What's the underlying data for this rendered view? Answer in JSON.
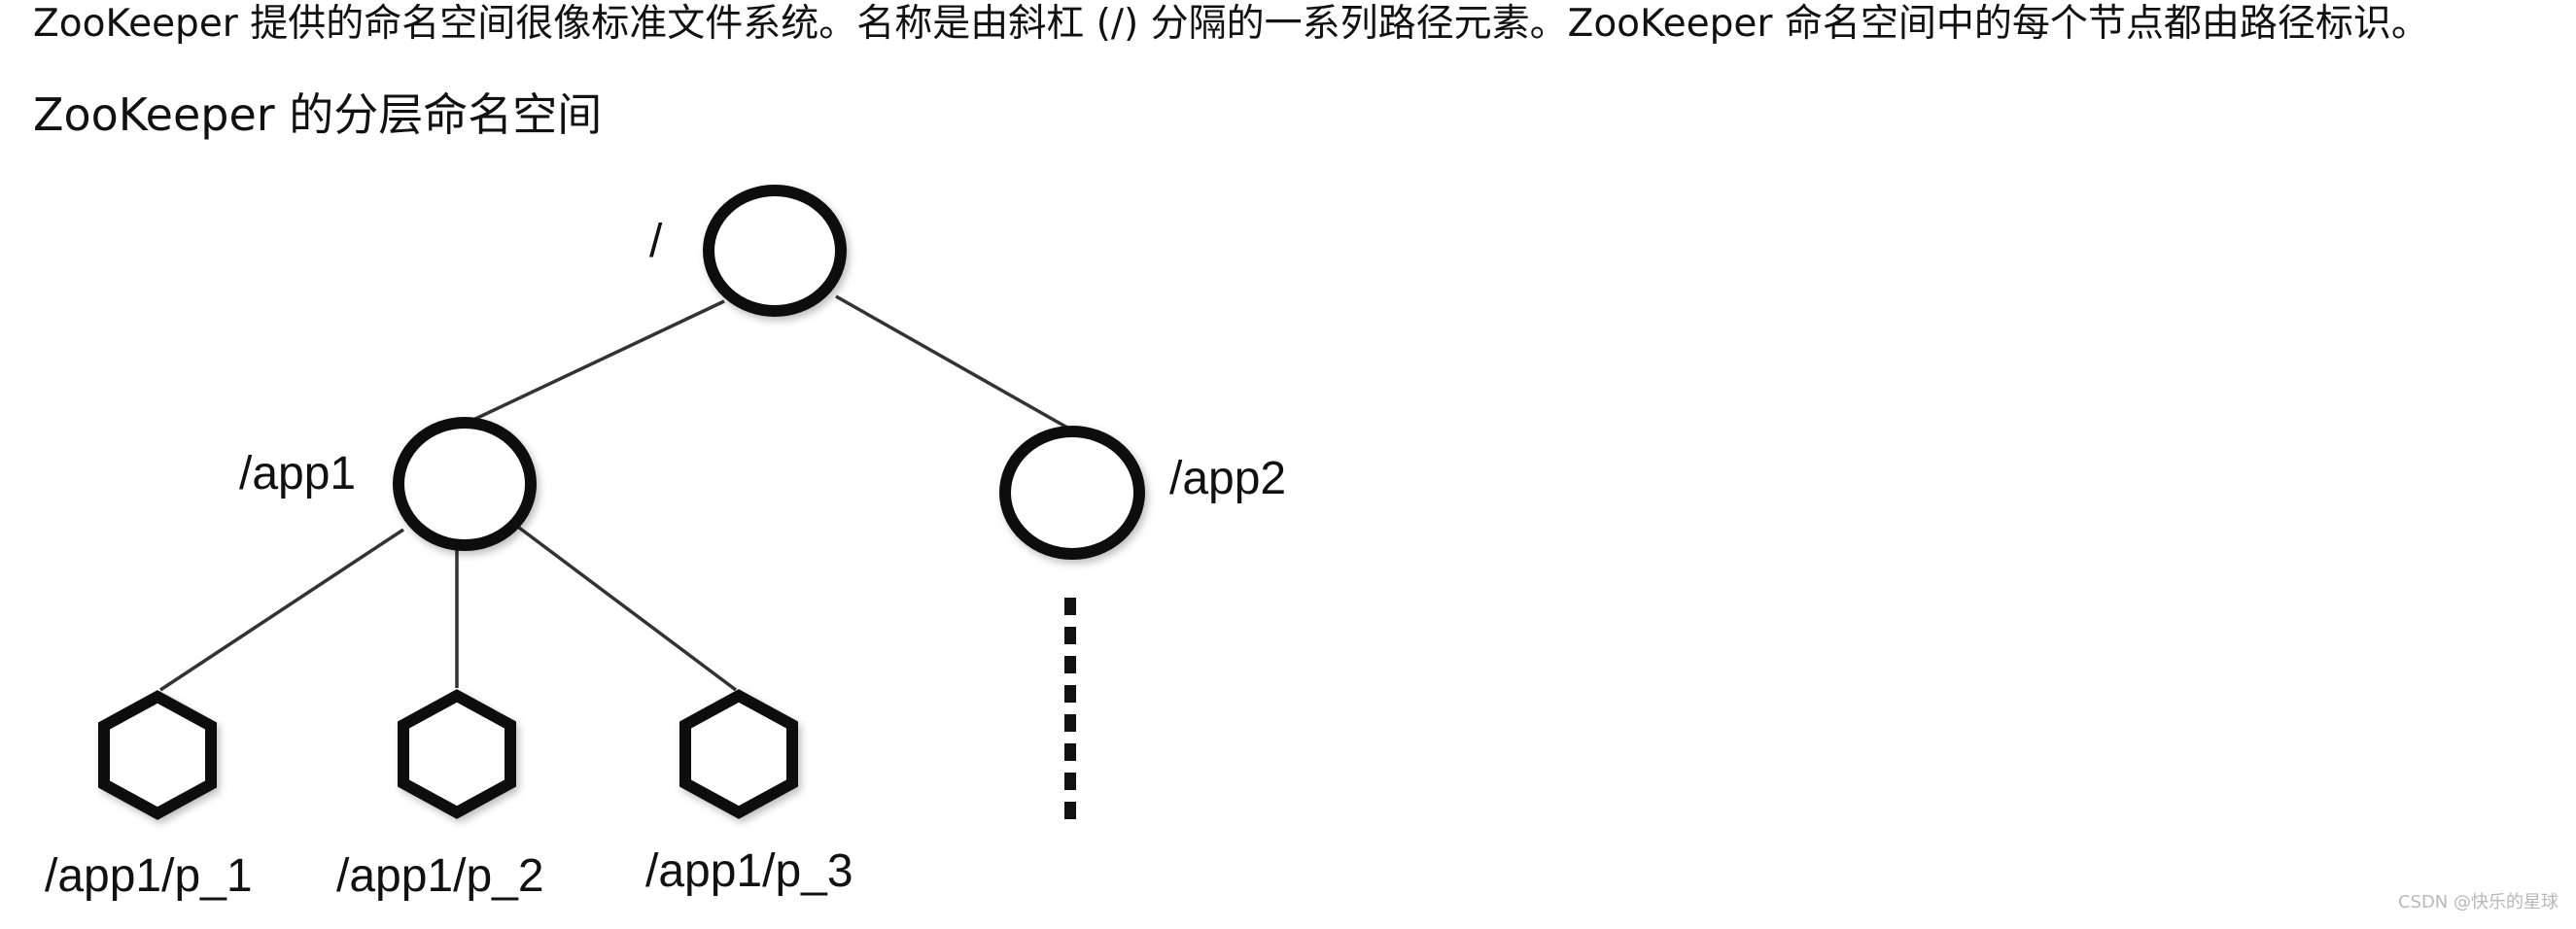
{
  "article": {
    "paragraph": "ZooKeeper 提供的命名空间很像标准文件系统。名称是由斜杠 (/) 分隔的一系列路径元素。ZooKeeper 命名空间中的每个节点都由路径标识。",
    "heading": "ZooKeeper 的分层命名空间"
  },
  "diagram": {
    "nodes": {
      "root": "/",
      "app1": "/app1",
      "app2": "/app2",
      "p1": "/app1/p_1",
      "p2": "/app1/p_2",
      "p3": "/app1/p_3"
    }
  },
  "footer": {
    "watermark": "CSDN @快乐的星球"
  }
}
